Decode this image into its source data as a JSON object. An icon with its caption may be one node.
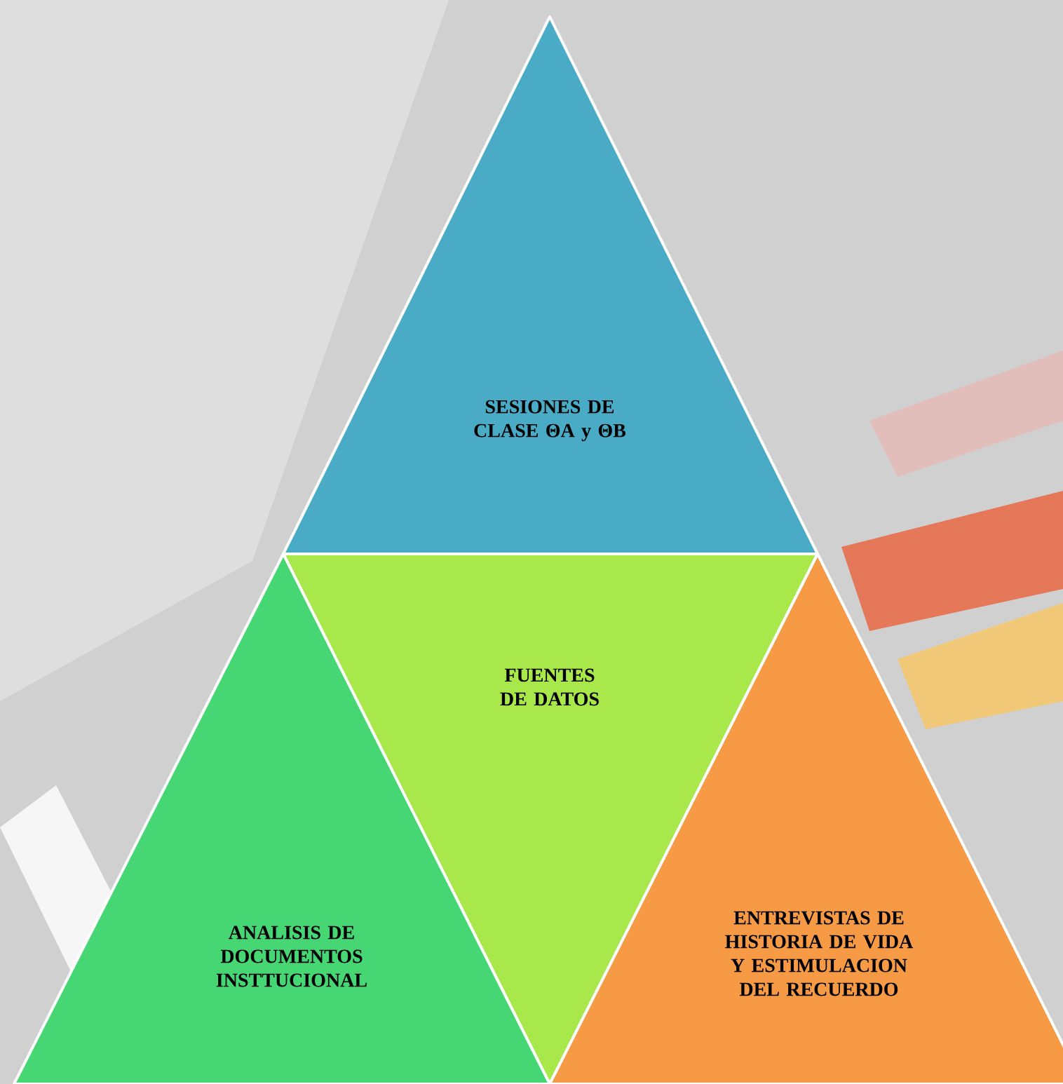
{
  "diagram": {
    "nodes": [
      {
        "text": [
          "SESIONES DE CLASE ΘA y ΘB"
        ]
      },
      {
        "text": [
          "FUENTES DE DATOS"
        ]
      },
      {
        "text": [
          "ANALISIS DE DOCUMENTOS INSTTUCIONAL"
        ]
      },
      {
        "text": [
          "ENTREVISTAS DE HISTORIA DE VIDA Y ESTIMULACION DEL RECUERDO"
        ]
      }
    ]
  }
}
